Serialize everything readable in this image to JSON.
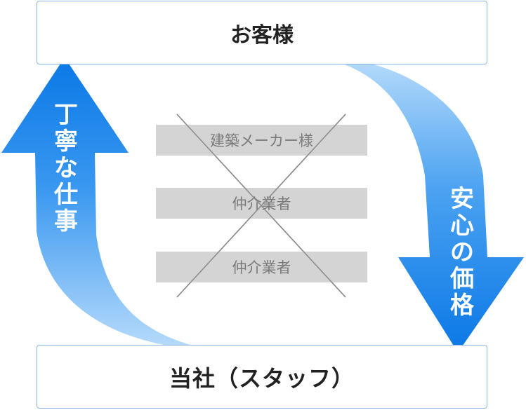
{
  "top_box": {
    "label": "お客様"
  },
  "bottom_box": {
    "label": "当社（スタッフ）"
  },
  "middle_bars": [
    {
      "label": "建築メーカー様"
    },
    {
      "label": "仲介業者"
    },
    {
      "label": "仲介業者"
    }
  ],
  "left_arrow": {
    "label_chars": [
      "丁",
      "寧",
      "な",
      "仕",
      "事"
    ]
  },
  "right_arrow": {
    "label_chars": [
      "安",
      "心",
      "の",
      "価",
      "格"
    ]
  },
  "colors": {
    "arrow_light": "#b8dcfb",
    "arrow_dark": "#0a78e6",
    "box_border": "#8db6e3",
    "bar_fill": "#d4d4d4",
    "cross_line": "#8a8a8a"
  }
}
